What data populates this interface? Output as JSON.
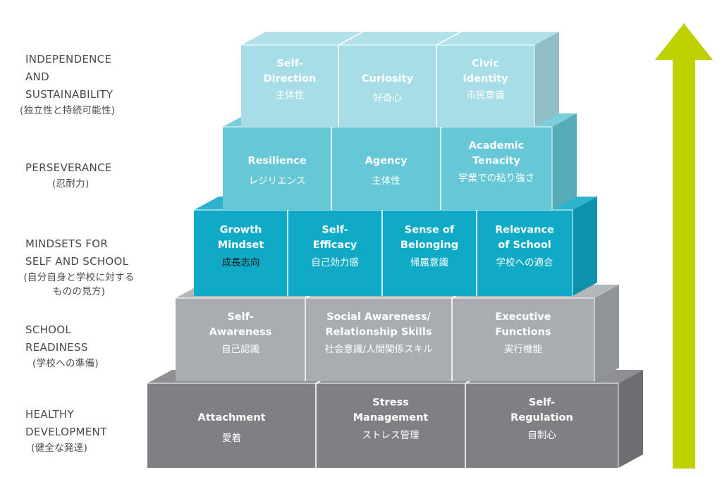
{
  "levels": [
    {
      "label_en": "INDEPENDENCE\nAND\nSUSTAINABILITY",
      "label_jp": "(独立性と持続可能性)",
      "cells": [
        {
          "en": [
            "Self-",
            "Direction"
          ],
          "jp": "主体性"
        },
        {
          "en": [
            "Curiosity"
          ],
          "jp": "好奇心"
        },
        {
          "en": [
            "Civic",
            "Identity"
          ],
          "jp": "市民意識"
        }
      ]
    },
    {
      "label_en": "PERSEVERANCE",
      "label_jp": "(忍耐力)",
      "cells": [
        {
          "en": [
            "Resilience"
          ],
          "jp": "レジリエンス"
        },
        {
          "en": [
            "Agency"
          ],
          "jp": "主体性"
        },
        {
          "en": [
            "Academic",
            "Tenacity"
          ],
          "jp": "学業での粘り強さ"
        }
      ]
    },
    {
      "label_en": "MINDSETS FOR\nSELF AND SCHOOL",
      "label_jp": "(自分自身と学校に対する\nものの見方)",
      "cells": [
        {
          "en": [
            "Growth",
            "Mindset"
          ],
          "jp": "成長志向"
        },
        {
          "en": [
            "Self-",
            "Efficacy"
          ],
          "jp": "自己効力感"
        },
        {
          "en": [
            "Sense of",
            "Belonging"
          ],
          "jp": "帰属意識"
        },
        {
          "en": [
            "Relevance",
            "of School"
          ],
          "jp": "学校への適合"
        }
      ]
    },
    {
      "label_en": "SCHOOL\nREADINESS",
      "label_jp": "(学校への準備)",
      "cells": [
        {
          "en": [
            "Self-",
            "Awareness"
          ],
          "jp": "自己認識"
        },
        {
          "en": [
            "Social Awareness/",
            "Relationship Skills"
          ],
          "jp": "社会意識/人間関係スキル"
        },
        {
          "en": [
            "Executive",
            "Functions"
          ],
          "jp": "実行機能"
        }
      ]
    },
    {
      "label_en": "HEALTHY\nDEVELOPMENT",
      "label_jp": "(健全な発達)",
      "cells": [
        {
          "en": [
            "Attachment"
          ],
          "jp": "愛着"
        },
        {
          "en": [
            "Stress",
            "Management"
          ],
          "jp": "ストレス管理"
        },
        {
          "en": [
            "Self-",
            "Regulation"
          ],
          "jp": "自制心"
        }
      ]
    }
  ],
  "colors": {
    "tier_top": "#a7dde6",
    "tier_perseverance": "#66c8d6",
    "tier_mindsets": "#10a9c6",
    "tier_readiness": "#a9adb1",
    "tier_healthy": "#7e8083",
    "arrow": "#bfd100",
    "label_text": "#4a4a4a"
  }
}
